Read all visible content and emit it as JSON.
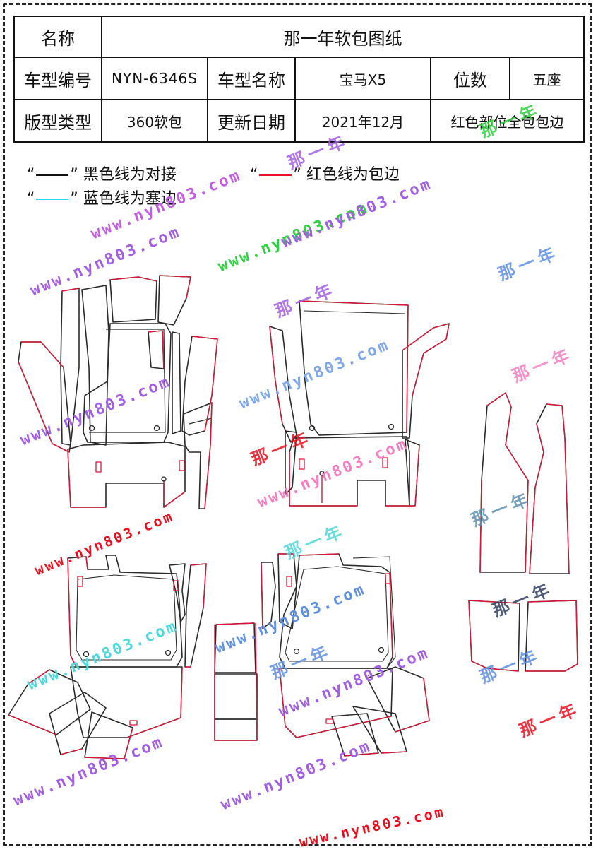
{
  "table": {
    "name_label": "名称",
    "name_value": "那一年软包图纸",
    "model_no_label": "车型编号",
    "model_no_value": "NYN-6346S",
    "model_name_label": "车型名称",
    "model_name_value": "宝马X5",
    "seats_label": "位数",
    "seats_value": "五座",
    "pattern_type_label": "版型类型",
    "pattern_type_value": "360软包",
    "update_label": "更新日期",
    "update_value": "2021年12月",
    "note_value": "红色部位全包包边"
  },
  "legend": {
    "black_open": "“",
    "black_close": "”",
    "black_text": "黑色线为对接",
    "red_open": "“",
    "red_close": "”",
    "red_text": "红色线为包边",
    "cyan_open": "“",
    "cyan_close": "”",
    "cyan_text": "蓝色线为塞边",
    "black_color": "#111111",
    "red_color": "#e8102a",
    "cyan_color": "#25d7f0"
  },
  "watermarks": {
    "url": "www.nyn803.com",
    "brand": "那一年"
  },
  "colors": {
    "outline_black": "#2a2a2a",
    "outline_red": "#d6183a",
    "wm_purple": "#a060e0",
    "wm_blue": "#6090e0",
    "wm_green": "#30d040",
    "wm_red": "#e81020",
    "wm_pink": "#f080c0",
    "wm_cyan": "#50d8d8"
  }
}
